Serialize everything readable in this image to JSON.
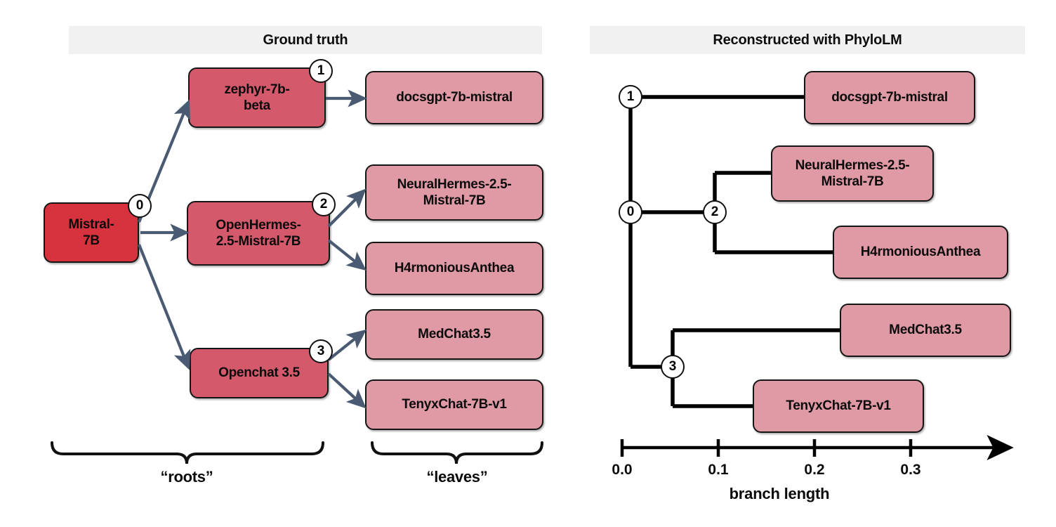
{
  "panels": {
    "left": {
      "title": "Ground truth"
    },
    "right": {
      "title": "Reconstructed with PhyloLM"
    }
  },
  "colors": {
    "root_box": "#d6333f",
    "mid_box": "#d4596b",
    "leaf_box": "#e09aa6",
    "header_bg": "#f1f1f1",
    "arrow": "#4a5a72",
    "tree_line": "#000000",
    "box_border": "#151515"
  },
  "ground_truth": {
    "root": {
      "id": "0",
      "label": "Mistral-\n7B"
    },
    "intermediates": [
      {
        "id": "1",
        "label": "zephyr-7b-\nbeta"
      },
      {
        "id": "2",
        "label": "OpenHermes-\n2.5-Mistral-7B"
      },
      {
        "id": "3",
        "label": "Openchat 3.5"
      }
    ],
    "leaves": [
      {
        "label": "docsgpt-7b-mistral",
        "parent": "1"
      },
      {
        "label": "NeuralHermes-2.5-\nMistral-7B",
        "parent": "2"
      },
      {
        "label": "H4rmoniousAnthea",
        "parent": "2"
      },
      {
        "label": "MedChat3.5",
        "parent": "3"
      },
      {
        "label": "TenyxChat-7B-v1",
        "parent": "3"
      }
    ],
    "brace_labels": [
      "“roots”",
      "“leaves”"
    ]
  },
  "chart_data": {
    "type": "tree",
    "title": "Reconstructed with PhyloLM",
    "xlabel": "branch length",
    "xlim": [
      0.0,
      0.35
    ],
    "xticks": [
      0.0,
      0.1,
      0.2,
      0.3
    ],
    "xtick_labels": [
      "0.0",
      "0.1",
      "0.2",
      "0.3"
    ],
    "grid": false,
    "internal_nodes": [
      {
        "id": "1",
        "branch_length": 0.0
      },
      {
        "id": "0",
        "branch_length": 0.0
      },
      {
        "id": "2",
        "branch_length": 0.088
      },
      {
        "id": "3",
        "branch_length": 0.044
      }
    ],
    "leaves": [
      {
        "label": "docsgpt-7b-mistral",
        "parent": "1",
        "x_tip": 0.19
      },
      {
        "label": "NeuralHermes-2.5-\nMistral-7B",
        "parent": "2",
        "x_tip": 0.15
      },
      {
        "label": "H4rmoniousAnthea",
        "parent": "2",
        "x_tip": 0.22
      },
      {
        "label": "MedChat3.5",
        "parent": "3",
        "x_tip": 0.225
      },
      {
        "label": "TenyxChat-7B-v1",
        "parent": "3",
        "x_tip": 0.135
      }
    ]
  }
}
